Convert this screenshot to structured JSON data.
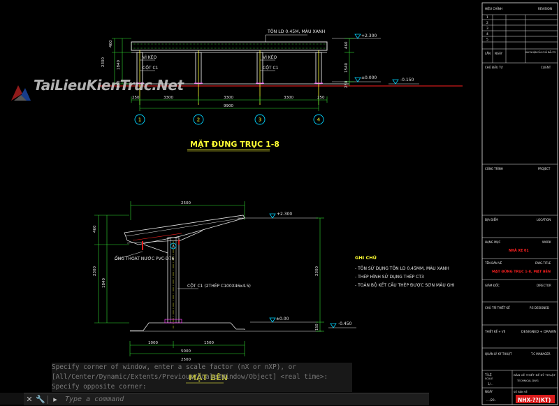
{
  "elevation": {
    "title": "MẶT ĐỨNG TRỤC 1-8",
    "roof_note": "TÔN LD 0.45M, MÀU XANH",
    "truss_label_1": "VÌ KÈO",
    "col_label_1": "CỘT C1",
    "truss_label_2": "VÌ KÈO",
    "col_label_2": "CỘT C1",
    "level_top": "+2.300",
    "level_zero": "±0.000",
    "level_ground": "-0.150",
    "dim_460": "460",
    "dim_2300": "2300",
    "dim_1840": "1840",
    "dim_1540": "1540",
    "dim_250_right": "250",
    "dim_250_left": "250",
    "dim_a": "3300",
    "dim_b": "3300",
    "dim_c": "3300",
    "dim_250_end": "250",
    "dim_total": "9900",
    "axes": [
      "1",
      "2",
      "3",
      "4"
    ]
  },
  "side": {
    "title": "MẶT BÊN",
    "dim_top": "2500",
    "level_top": "+2.300",
    "level_zero": "±0.00",
    "level_ground": "-0.450",
    "dim_460": "460",
    "dim_2300_left": "2300",
    "dim_1840": "1840",
    "dim_2300_right": "2300",
    "dim_150": "150",
    "pipe_label": "ỐNG THOÁT NƯỚC PVC-D76",
    "column_label": "CỘT C1 (2THÉP C100X46x4.5)",
    "dim_1000": "1000",
    "dim_1500": "1500",
    "dim_2500": "2500",
    "dim_5000": "5000",
    "axis": "A"
  },
  "notes": {
    "title": "GHI CHÚ",
    "lines": [
      "- TÔN SỬ DỤNG TÔN LD 0.45MM, MÀU XANH",
      "- THÉP HÌNH SỬ DỤNG THÉP CT3",
      "- TOÀN BỘ KẾT CẤU THÉP ĐƯỢC SƠN MÀU GHI"
    ]
  },
  "title_block": {
    "header_left": "HIỆU CHỈNH",
    "header_right": "REVISION",
    "rev_rows": [
      "1",
      "2",
      "3",
      "4",
      "5"
    ],
    "date_label": "LẦN",
    "date_label2": "NGÀY",
    "approve_label": "XÁC NHẬN CỦA CHỦ ĐẦU TƯ",
    "owner_label": "CHỦ ĐẦU TƯ",
    "owner_en": "CLIENT",
    "project_label": "CÔNG TRÌNH",
    "project_en": "PROJECT",
    "location_label": "ĐỊA ĐIỂM",
    "location_en": "LOCATION",
    "item_label": "HẠNG MỤC",
    "item_en": "WORK",
    "item_value": "NHÀ XE 01",
    "drawing_label": "TÊN BẢN VẼ",
    "drawing_en": "DWG.TITLE",
    "drawing_value": "MẶT ĐỨNG TRỤC 1-8, MẶT BÊN",
    "director_label": "GIÁM ĐỐC",
    "director_en": "DIRECTOR",
    "designer_label": "CHỦ TRÌ THIẾT KẾ",
    "designer_en": "P.S DESIGNED",
    "drawn_label": "THIẾT KẾ + VẼ",
    "drawn_en": "DESIGNED + DRAWN",
    "manager_label": "QUẢN LÝ KỸ THUẬT",
    "manager_en": "T.C MANAGER",
    "scale_label": "TỈ LỆ",
    "scale_en": "SCALE",
    "scale_value": "1/...",
    "tech_label": "BẢN VẼ THIẾT KẾ KỸ THUẬT",
    "tech_en": "TECHNICAL DWG",
    "date_footer": "NGÀY",
    "date_value": "..../20..",
    "sheet_label": "SỐ BẢN VẼ",
    "sheet_code": "NHX-??(KT)"
  },
  "watermark": {
    "text": "TaiLieuKienTruc.Net"
  },
  "command": {
    "history": [
      "Specify corner of window, enter a scale factor (nX or nXP), or",
      "[All/Center/Dynamic/Extents/Previous/Scale/Window/Object] <real time>:",
      "Specify opposite corner:"
    ],
    "placeholder": "Type a command"
  },
  "colors": {
    "background": "#000000",
    "yellow": "#ffff33",
    "white": "#e6e6e6",
    "cyan": "#00d4ff",
    "red": "#ff2020",
    "green": "#33dd33",
    "magenta": "#ff44ff",
    "sheet_code_bg": "#d81a1a"
  }
}
